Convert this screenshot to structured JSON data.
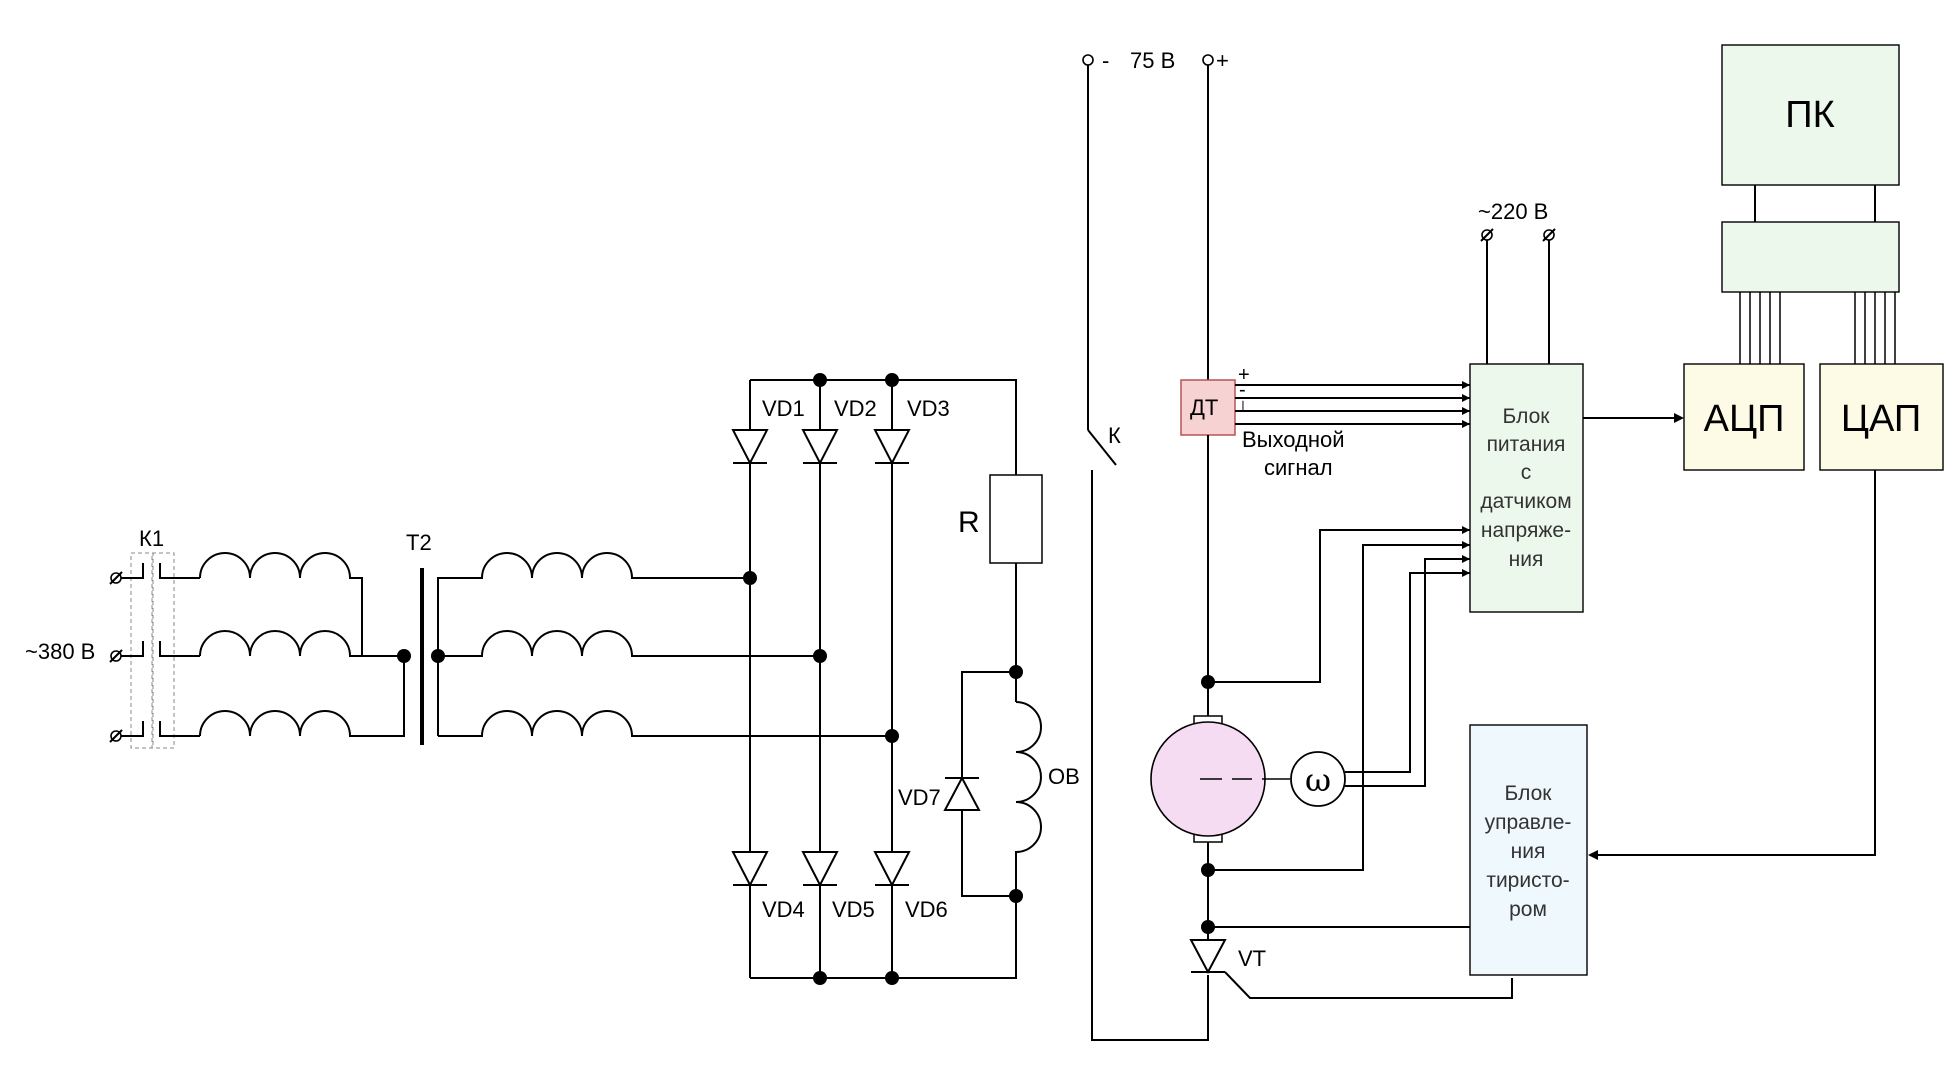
{
  "colors": {
    "pc": "#edf8ec",
    "interface": "#edf8ec",
    "adc": "#fdfbe6",
    "dac": "#fdfbe6",
    "power_block": "#edf8ec",
    "thyristor_block": "#eef8fd",
    "current_sensor": "#f6d2d2",
    "motor": "#f5dcf2",
    "wire": "#000000"
  },
  "labels": {
    "supply_380": "~380 В",
    "k1": "К1",
    "t2": "Т2",
    "vd1": "VD1",
    "vd2": "VD2",
    "vd3": "VD3",
    "vd4": "VD4",
    "vd5": "VD5",
    "vd6": "VD6",
    "vd7": "VD7",
    "r": "R",
    "ov": "ОВ",
    "k": "К",
    "dc_minus": "-",
    "dc_voltage": "75 В",
    "dc_plus": "+",
    "dt": "ДТ",
    "sig_plus": "+",
    "sig_minus": "-",
    "sig_ground": "⊥",
    "output_signal_1": "Выходной",
    "output_signal_2": "сигнал",
    "supply_220": "~220 В",
    "tacho": "ω",
    "vt": "VT",
    "pc": "ПК",
    "adc": "АЦП",
    "dac": "ЦАП"
  },
  "blocks": {
    "power_block_lines": [
      "Блок",
      "питания",
      "с",
      "датчиком",
      "напряже-",
      "ния"
    ],
    "thyristor_block_lines": [
      "Блок",
      "управле-",
      "ния",
      "тиристо-",
      "ром"
    ]
  },
  "icons": {
    "terminal": "terminal-circle-icon",
    "junction": "junction-dot-icon",
    "diode": "diode-icon",
    "inductor": "inductor-coil-icon",
    "switch": "switch-icon",
    "thyristor": "thyristor-icon",
    "motor": "dc-motor-icon",
    "tachogenerator": "tachogenerator-icon"
  }
}
